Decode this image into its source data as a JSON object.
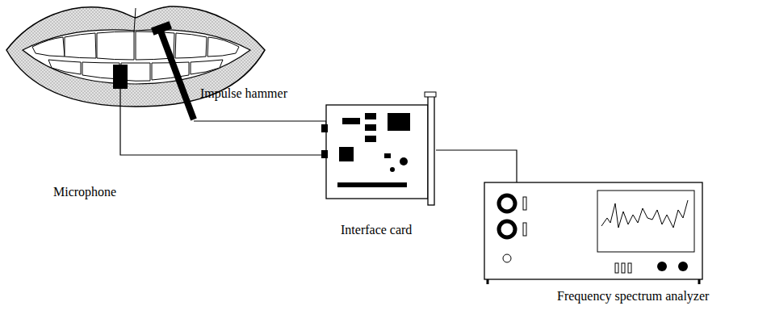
{
  "diagram": {
    "labels": [
      "Impulse hammer",
      "Microphone",
      "Interface card",
      "Frequency spectrum analyzer"
    ]
  }
}
